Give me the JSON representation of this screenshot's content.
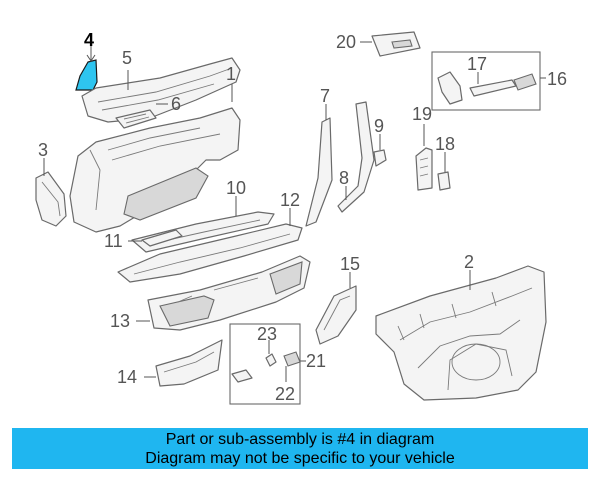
{
  "callouts": {
    "c1": "1",
    "c2": "2",
    "c3": "3",
    "c4": "4",
    "c5": "5",
    "c6": "6",
    "c7": "7",
    "c8": "8",
    "c9": "9",
    "c10": "10",
    "c11": "11",
    "c12": "12",
    "c13": "13",
    "c14": "14",
    "c15": "15",
    "c16": "16",
    "c17": "17",
    "c18": "18",
    "c19": "19",
    "c20": "20",
    "c21": "21",
    "c22": "22",
    "c23": "23"
  },
  "highlighted_part": "4",
  "colors": {
    "highlight": "#2ec5f0",
    "banner": "#1fb6f0"
  },
  "banner": {
    "line1": "Part or sub-assembly is #4 in diagram",
    "line2": "Diagram may not be specific to your vehicle"
  }
}
